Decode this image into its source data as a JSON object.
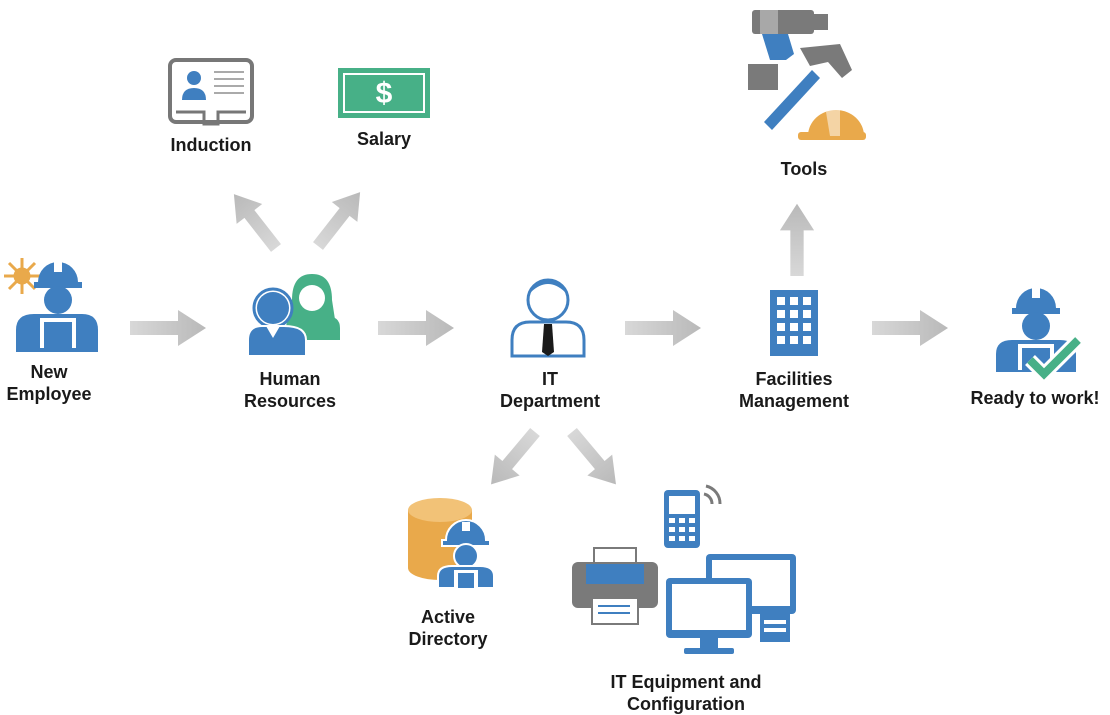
{
  "nodes": {
    "new_employee": {
      "line1": "New",
      "line2": "Employee"
    },
    "human_resources": {
      "line1": "Human",
      "line2": "Resources"
    },
    "it_department": {
      "line1": "IT",
      "line2": "Department"
    },
    "facilities": {
      "line1": "Facilities",
      "line2": "Management"
    },
    "ready": {
      "line1": "Ready to work!"
    },
    "induction": {
      "line1": "Induction"
    },
    "salary": {
      "line1": "Salary"
    },
    "tools": {
      "line1": "Tools"
    },
    "active_directory": {
      "line1": "Active",
      "line2": "Directory"
    },
    "it_equipment": {
      "line1": "IT Equipment and",
      "line2": "Configuration"
    }
  },
  "icons": {
    "new_employee": "worker-icon",
    "human_resources": "people-icon",
    "it_department": "businessman-icon",
    "facilities": "building-icon",
    "ready": "worker-check-icon",
    "induction": "id-card-icon",
    "salary": "banknote-icon",
    "tools": "tools-icon",
    "active_directory": "database-user-icon",
    "it_equipment": "it-devices-icon"
  },
  "colors": {
    "blue": "#3f7fc0",
    "green": "#47b087",
    "orange": "#e9a94b",
    "gray": "#7a7a7a",
    "arrow": "#c9c9c9"
  }
}
